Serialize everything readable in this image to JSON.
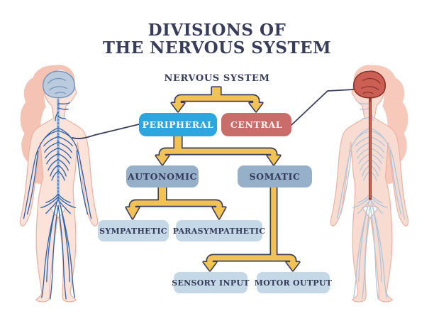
{
  "title": {
    "line1": "DIVISIONS OF",
    "line2": "THE NERVOUS SYSTEM"
  },
  "diagram": {
    "root_label": "NERVOUS SYSTEM",
    "nodes": {
      "peripheral": {
        "label": "PERIPHERAL",
        "color": "#2ba6de",
        "parent": "NERVOUS SYSTEM"
      },
      "central": {
        "label": "CENTRAL",
        "color": "#c96d6b",
        "parent": "NERVOUS SYSTEM"
      },
      "autonomic": {
        "label": "AUTONOMIC",
        "color": "#95b0c8",
        "parent": "PERIPHERAL"
      },
      "somatic": {
        "label": "SOMATIC",
        "color": "#95b0c8",
        "parent": "PERIPHERAL"
      },
      "sympathetic": {
        "label": "SYMPATHETIC",
        "color": "#c4d8e7",
        "parent": "AUTONOMIC"
      },
      "parasympathetic": {
        "label": "PARASYMPATHETIC",
        "color": "#c4d8e7",
        "parent": "AUTONOMIC"
      },
      "sensory_input": {
        "label": "SENSORY INPUT",
        "color": "#c4d8e7",
        "parent": "SOMATIC"
      },
      "motor_output": {
        "label": "MOTOR OUTPUT",
        "color": "#c4d8e7",
        "parent": "SOMATIC"
      }
    },
    "arrow_fill_color": "#f2c255",
    "arrow_outline_color": "#3a3f5c",
    "text_color": "#383d5b"
  },
  "figures": {
    "left_figure": "human body with full peripheral nervous system highlighted in blue",
    "right_figure": "human body with central nervous system (brain and spinal cord) highlighted in red"
  }
}
